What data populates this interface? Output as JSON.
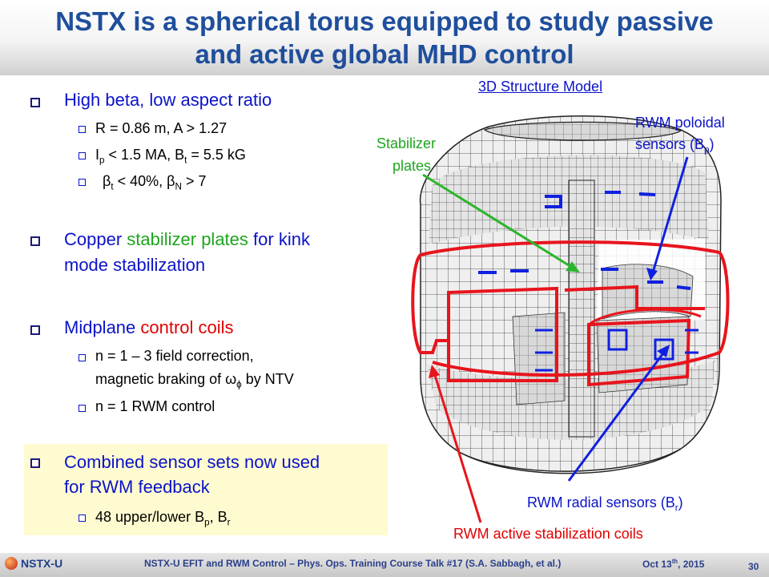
{
  "title": {
    "line1": "NSTX is a spherical torus equipped to study passive",
    "line2": "and active global MHD control"
  },
  "bullets": {
    "b1": "High beta, low aspect ratio",
    "b1_sub1": "R = 0.86 m, A > 1.27",
    "b1_sub2_a": "I",
    "b1_sub2_a_sub": "p",
    "b1_sub2_b": " < 1.5 MA, B",
    "b1_sub2_b_sub": "t",
    "b1_sub2_c": " = 5.5 kG",
    "b1_sub3_beta": "β",
    "b1_sub3_a_sub": "t",
    "b1_sub3_b": " < 40%, ",
    "b1_sub3_beta2": "β",
    "b1_sub3_b_sub": "N",
    "b1_sub3_c": " > 7",
    "b2_a": "Copper ",
    "b2_green": "stabilizer plates",
    "b2_b": " for kink",
    "b2_line2": "mode stabilization",
    "b3_a": "Midplane ",
    "b3_red": "control coils",
    "b3_sub1_line1": "n = 1 – 3 field correction,",
    "b3_sub1_line2_a": "magnetic braking of ",
    "b3_sub1_omega": "ω",
    "b3_sub1_phi": "ϕ",
    "b3_sub1_line2_b": " by NTV",
    "b3_sub2": "n = 1 RWM control",
    "b4_line1": "Combined sensor sets now used",
    "b4_line2": "for RWM feedback",
    "b4_sub1_a": "48 upper/lower B",
    "b4_sub1_sub1": "p",
    "b4_sub1_b": ", B",
    "b4_sub1_sub2": "r"
  },
  "labels": {
    "model": "3D Structure Model",
    "stab1": "Stabilizer",
    "stab2": "plates",
    "pol1": "RWM poloidal",
    "pol2a": "sensors (B",
    "pol2_sub": "p",
    "pol2b": ")",
    "rad_a": "RWM radial sensors (B",
    "rad_sub": "r",
    "rad_b": ")",
    "coils": "RWM active stabilization coils"
  },
  "footer": {
    "logo": "NSTX-U",
    "talk_a": "NSTX-U EFIT and RWM Control – Phys. Ops. Training Course Talk #17",
    "talk_b": " (S.A. Sabbagh, et al.)",
    "date_a": "Oct 13",
    "date_sup": "th",
    "date_b": ", 2015",
    "page": "30"
  },
  "colors": {
    "title": "#1f4e9c",
    "bullet": "#0b13c8",
    "green": "#1ea51e",
    "red": "#e00000",
    "coil": "#e8141c",
    "sensor": "#1020e0"
  }
}
